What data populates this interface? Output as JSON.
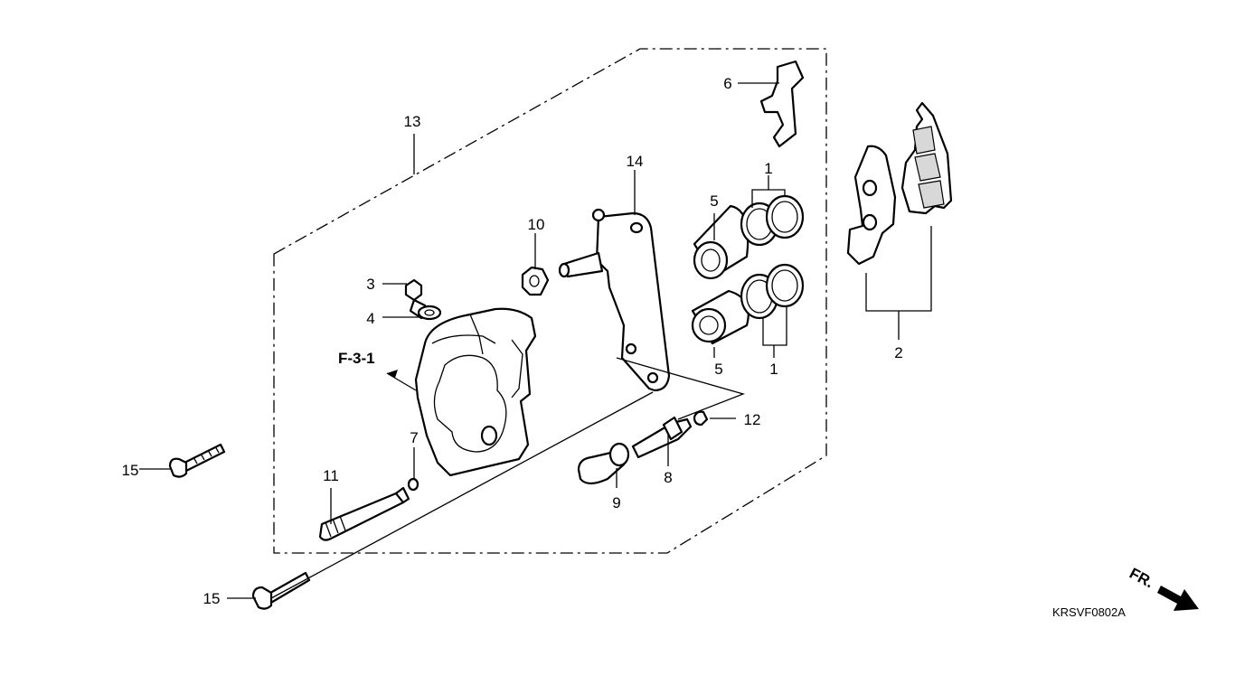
{
  "callouts": {
    "c1a": "1",
    "c1b": "1",
    "c2": "2",
    "c3": "3",
    "c4": "4",
    "c5a": "5",
    "c5b": "5",
    "c6": "6",
    "c7": "7",
    "c8": "8",
    "c9": "9",
    "c10": "10",
    "c11": "11",
    "c12": "12",
    "c13": "13",
    "c14": "14",
    "c15a": "15",
    "c15b": "15"
  },
  "reference_label": "F-3-1",
  "front_label": "FR.",
  "diagram_code": "KRSVF0802A",
  "icons": {
    "front_arrow": "front-direction-arrow-icon"
  }
}
